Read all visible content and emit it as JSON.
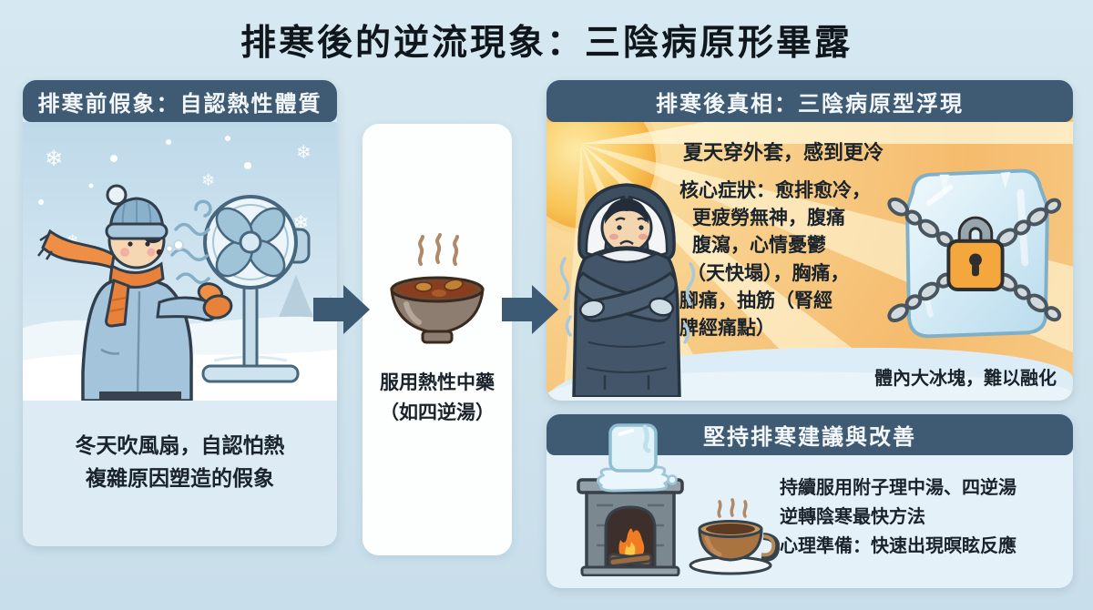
{
  "title": "排寒後的逆流現象：三陰病原形畢露",
  "left_panel": {
    "header": "排寒前假象：自認熱性體質",
    "caption": [
      "冬天吹風扇，自認怕熱",
      "複雜原因塑造的假象"
    ]
  },
  "middle_step": {
    "caption": [
      "服用熱性中藥",
      "（如四逆湯）"
    ]
  },
  "right_top_panel": {
    "header": "排寒後真相：三陰病原型浮現",
    "highlight_line": "夏天穿外套，感到更冷",
    "symptom_lines": [
      "核心症狀：愈排愈冷，",
      "更疲勞無神，腹痛",
      "腹瀉，心情憂鬱",
      "（天快塌），胸痛，",
      "腳痛，抽筋（腎經",
      "脾經痛點）"
    ],
    "caption": "體內大冰塊，難以融化"
  },
  "right_bottom_panel": {
    "header": "堅持排寒建議與改善",
    "lines": [
      "持續服用附子理中湯、四逆湯",
      "逆轉陰寒最快方法",
      "心理準備：快速出現暝眩反應"
    ]
  },
  "icons": {
    "snowflake": "❄"
  },
  "colors": {
    "header_bg": "#3e5b73",
    "arrow": "#3c5a73",
    "page_bg": "#cfe3ed",
    "warm_bg": "#f6c57c",
    "snow_bg": "#dcedf7",
    "padlock": "#f3a73d",
    "fire": "#f07c23",
    "scarf_orange": "#e8813a"
  }
}
